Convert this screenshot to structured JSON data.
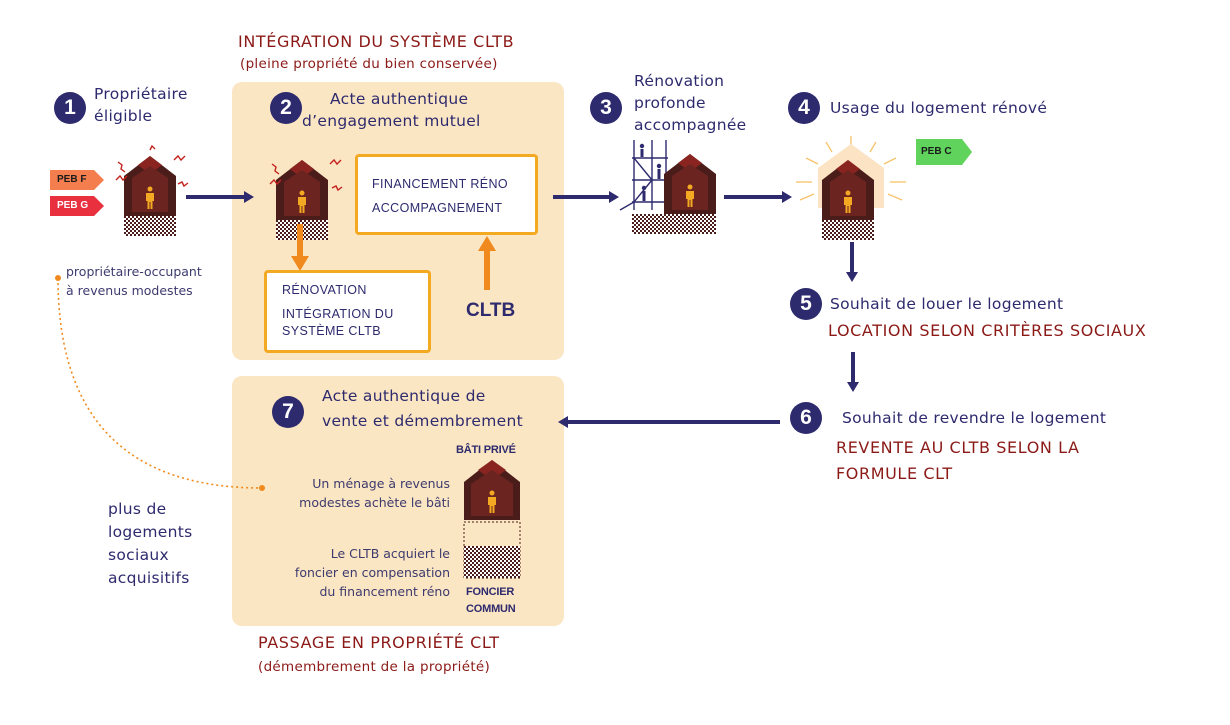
{
  "top_title": "INTÉGRATION DU SYSTÈME CLTB",
  "top_subtitle": "(pleine propriété du bien conservée)",
  "bottom_title": "PASSAGE EN PROPRIÉTÉ CLT",
  "bottom_subtitle": "(démembrement de la propriété)",
  "steps": [
    {
      "num": "1",
      "line1": "Propriétaire",
      "line2": "éligible"
    },
    {
      "num": "2",
      "line1": "Acte authentique",
      "line2": "d’engagement mutuel"
    },
    {
      "num": "3",
      "line1": "Rénovation",
      "line2": "profonde",
      "line3": "accompagnée"
    },
    {
      "num": "4",
      "line1": "Usage du logement rénové"
    },
    {
      "num": "5",
      "line1": "Souhait de louer le logement",
      "note": "LOCATION SELON CRITÈRES SOCIAUX"
    },
    {
      "num": "6",
      "line1": "Souhait de revendre le logement",
      "note1": "REVENTE AU CLTB SELON LA",
      "note2": "FORMULE CLT"
    },
    {
      "num": "7",
      "line1": "Acte authentique de",
      "line2": "vente et démembrement"
    }
  ],
  "peb": {
    "f": "PEB F",
    "g": "PEB G",
    "c": "PEB C"
  },
  "owner_note": {
    "line1": "propriétaire-occupant",
    "line2": "à revenus modestes"
  },
  "finance_box": {
    "line1": "FINANCEMENT RÉNO",
    "line2": "ACCOMPAGNEMENT"
  },
  "reno_box": {
    "line1": "RÉNOVATION",
    "line2": "INTÉGRATION DU",
    "line3": "SYSTÈME CLTB"
  },
  "cltb_label": "CLTB",
  "menage_note": {
    "line1": "Un ménage à revenus",
    "line2": "modestes achète le bâti"
  },
  "cltb_note": {
    "line1": "Le CLTB acquiert le",
    "line2": "foncier en compensation",
    "line3": "du financement réno"
  },
  "bati_label": "BÂTI PRIVÉ",
  "foncier_label": {
    "line1": "FONCIER",
    "line2": "COMMUN"
  },
  "social_note": {
    "line1": "plus de",
    "line2": "logements",
    "line3": "sociaux",
    "line4": "acquisitifs"
  },
  "colors": {
    "navy": "#2d2a6e",
    "panel": "#fbe6c3",
    "orange": "#f3a922",
    "dark_red": "#8b1a17",
    "peb_f": "#f47e4e",
    "peb_g": "#e8303f",
    "peb_c": "#5fd35c"
  }
}
